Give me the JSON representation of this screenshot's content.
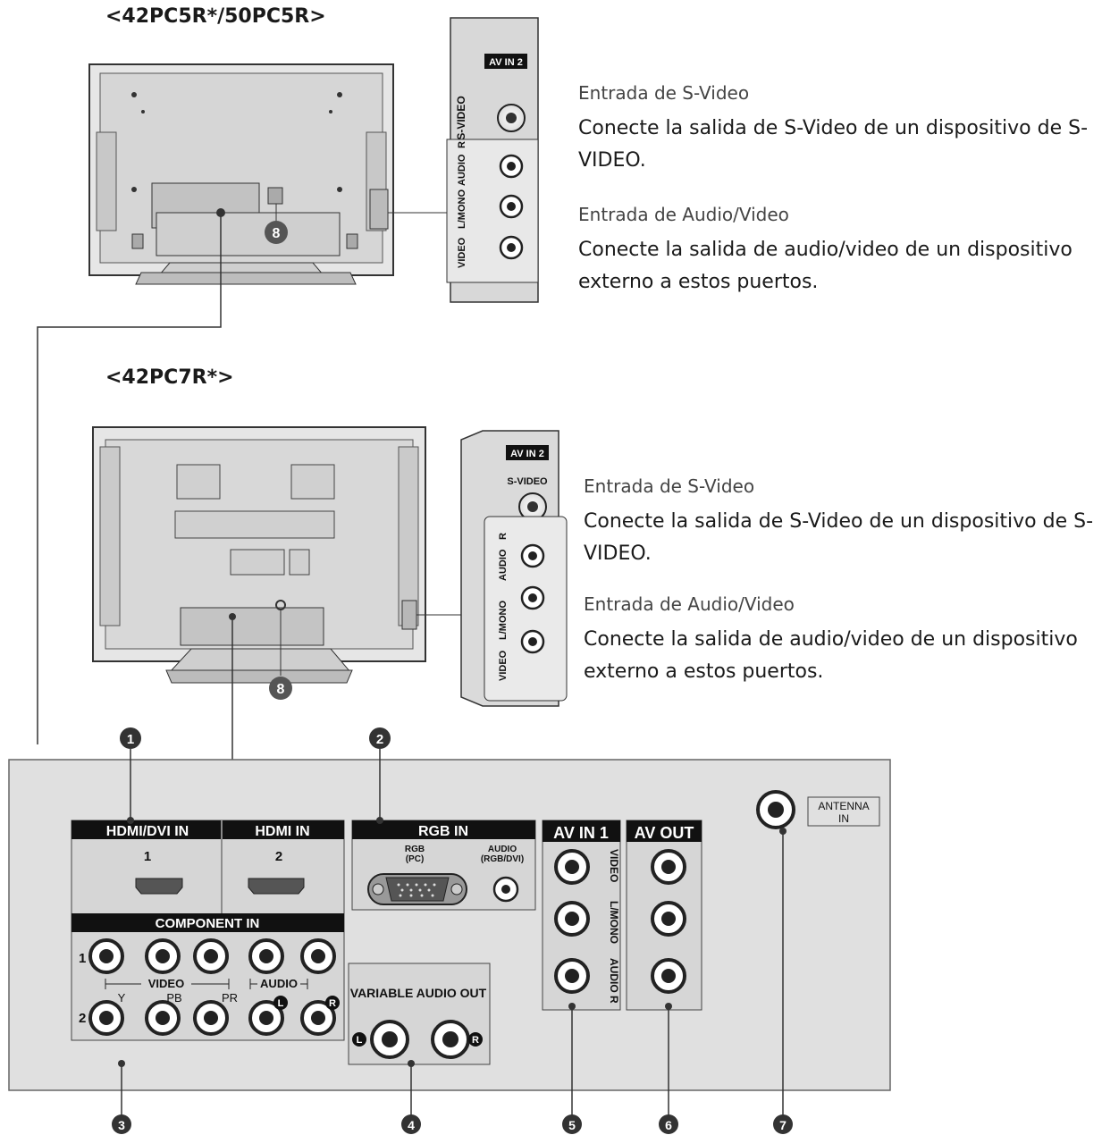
{
  "models": [
    {
      "title": "<42PC5R*/50PC5R>",
      "panel_label": "AV IN 2",
      "svideo_label": "S-VIDEO",
      "side_labels": [
        "VIDEO",
        "L/MONO",
        "AUDIO",
        "R"
      ],
      "svideo_heading": "Entrada de S-Video",
      "svideo_text": "Conecte la salida de S-Video de un dispositivo de S-VIDEO.",
      "av_heading": "Entrada de Audio/Video",
      "av_text": "Conecte la salida de audio/video de un dispositivo externo a estos puertos.",
      "callout": "8"
    },
    {
      "title": "<42PC7R*>",
      "panel_label": "AV IN 2",
      "svideo_label": "S-VIDEO",
      "side_labels": [
        "VIDEO",
        "L/MONO",
        "AUDIO",
        "R"
      ],
      "svideo_heading": "Entrada de S-Video",
      "svideo_text": "Conecte la salida de S-Video de un dispositivo de S-VIDEO.",
      "av_heading": "Entrada de Audio/Video",
      "av_text": "Conecte la salida de audio/video de un dispositivo externo a estos puertos.",
      "callout": "8"
    }
  ],
  "rear_panel": {
    "hdmi_dvi_in": "HDMI/DVI IN",
    "hdmi_in": "HDMI IN",
    "hdmi1_num": "1",
    "hdmi2_num": "2",
    "rgb_in": "RGB IN",
    "rgb_pc_line1": "RGB",
    "rgb_pc_line2": "(PC)",
    "audio_rgb_line1": "AUDIO",
    "audio_rgb_line2": "(RGB/DVI)",
    "component_in": "COMPONENT IN",
    "comp_row1": "1",
    "comp_row2": "2",
    "video": "VIDEO",
    "audio": "AUDIO",
    "y": "Y",
    "pb": "PB",
    "pr": "PR",
    "left": "L",
    "right": "R",
    "variable_audio_out": "VARIABLE AUDIO OUT",
    "av_in_1": "AV IN 1",
    "av_in_1_side": [
      "VIDEO",
      "L/MONO",
      "AUDIO",
      "R"
    ],
    "av_out": "AV OUT",
    "antenna_line1": "ANTENNA",
    "antenna_line2": "IN"
  },
  "callouts": [
    "1",
    "2",
    "3",
    "4",
    "5",
    "6",
    "7"
  ]
}
